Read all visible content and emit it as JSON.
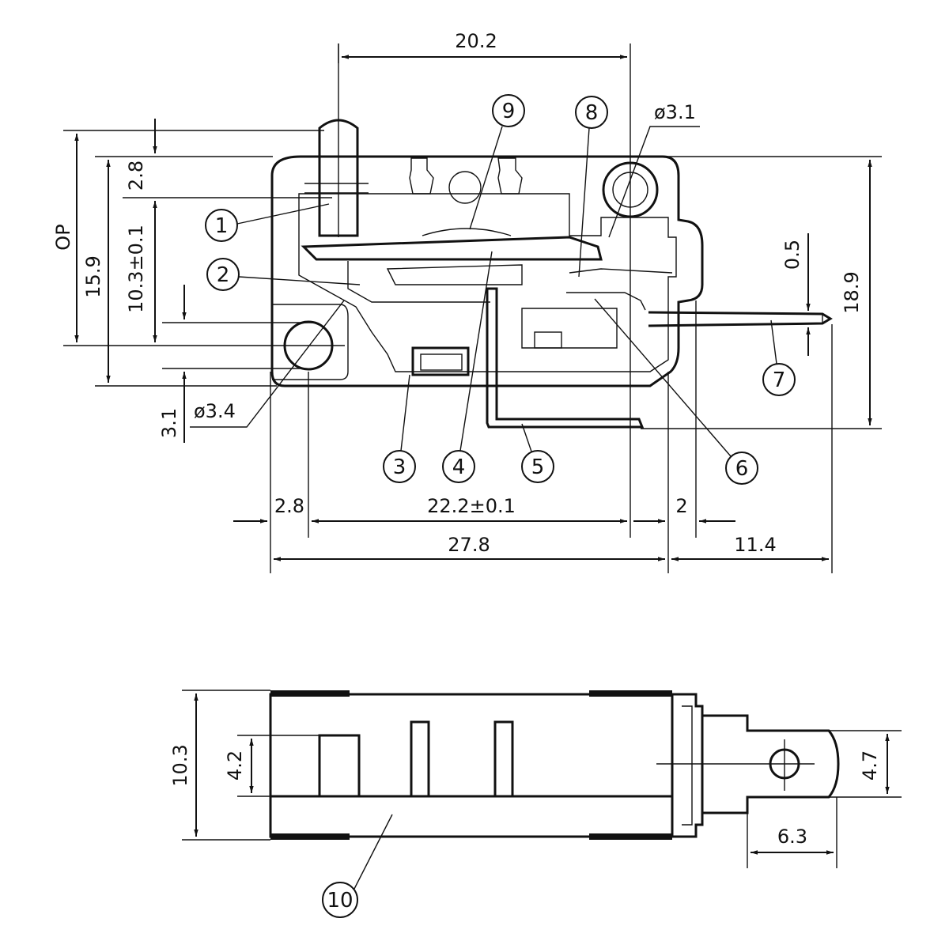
{
  "dimensions": {
    "top_width": "20.2",
    "op": "OP",
    "overall_height": "15.9",
    "mount_spacing_v": "10.3±0.1",
    "top_offset": "2.8",
    "hole_right": "ø3.1",
    "hole_left": "ø3.4",
    "bottom_offset": "3.1",
    "terminal_thickness": "0.5",
    "total_height": "18.9",
    "left_offset": "2.8",
    "hole_spacing": "22.2±0.1",
    "right_offset": "2",
    "body_length": "27.8",
    "terminal_length": "11.4",
    "side_height": "10.3",
    "window_height": "4.2",
    "tab_width": "4.7",
    "tab_length": "6.3"
  },
  "callouts": [
    "1",
    "2",
    "3",
    "4",
    "5",
    "6",
    "7",
    "8",
    "9",
    "10"
  ]
}
